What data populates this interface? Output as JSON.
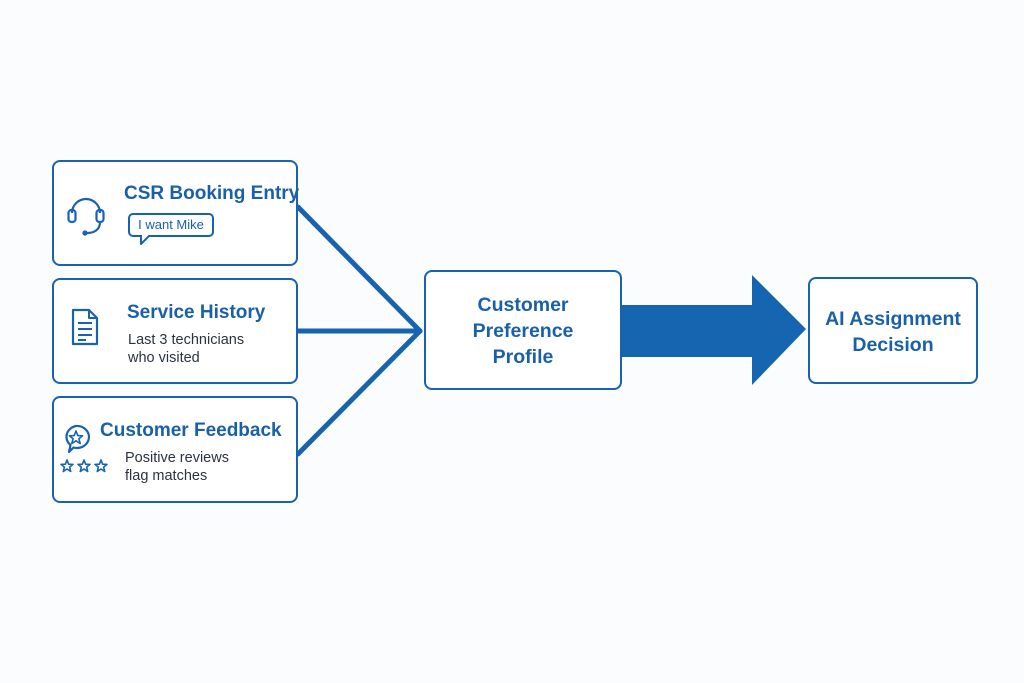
{
  "nodes": {
    "csr": {
      "title": "CSR Booking Entry",
      "bubble": "I want Mike",
      "icon": "headset-icon"
    },
    "history": {
      "title": "Service History",
      "line1": "Last 3 technicians",
      "line2": "who visited",
      "icon": "document-icon"
    },
    "feedback": {
      "title": "Customer Feedback",
      "line1": "Positive reviews",
      "line2": "flag matches",
      "icon": "star-review-icon"
    },
    "profile": {
      "line1": "Customer",
      "line2": "Preference",
      "line3": "Profile"
    },
    "decision": {
      "line1": "AI Assignment",
      "line2": "Decision"
    }
  },
  "colors": {
    "accent": "#1763b0",
    "text_heading": "#1a60a8",
    "text_body": "#2b3340",
    "background": "#fbfcfd"
  }
}
